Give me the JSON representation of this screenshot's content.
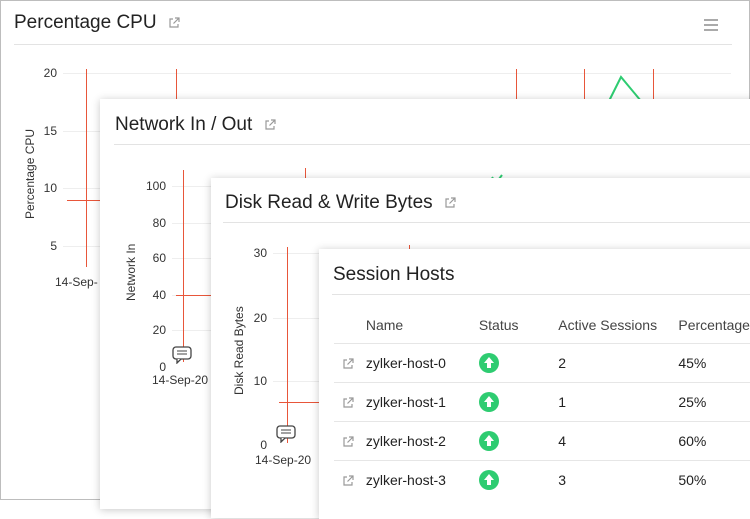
{
  "cpu": {
    "title": "Percentage CPU",
    "ylabel": "Percentage CPU",
    "yticks": [
      "20",
      "15",
      "10",
      "5"
    ],
    "xlabel": "14-Sep-"
  },
  "network": {
    "title": "Network In / Out",
    "ylabel": "Network In",
    "yticks": [
      "100",
      "80",
      "60",
      "40",
      "20",
      "0"
    ],
    "xlabel": "14-Sep-20"
  },
  "disk": {
    "title": "Disk Read & Write Bytes",
    "ylabel": "Disk Read Bytes",
    "yticks": [
      "30",
      "20",
      "10",
      "0"
    ],
    "xlabel": "14-Sep-20"
  },
  "sessions": {
    "title": "Session Hosts",
    "columns": [
      "Name",
      "Status",
      "Active Sessions",
      "Percentage"
    ],
    "rows": [
      {
        "name": "zylker-host-0",
        "status": "up",
        "active": "2",
        "pct": "45%"
      },
      {
        "name": "zylker-host-1",
        "status": "up",
        "active": "1",
        "pct": "25%"
      },
      {
        "name": "zylker-host-2",
        "status": "up",
        "active": "4",
        "pct": "60%"
      },
      {
        "name": "zylker-host-3",
        "status": "up",
        "active": "3",
        "pct": "50%"
      }
    ]
  },
  "colors": {
    "event_line": "#e8563a",
    "status_up": "#2ecc71",
    "series_green": "#2ecc71"
  },
  "icons": {
    "external_link": "external-link-icon",
    "menu": "hamburger-menu-icon",
    "comment": "comment-icon",
    "status": "arrow-up-icon"
  }
}
